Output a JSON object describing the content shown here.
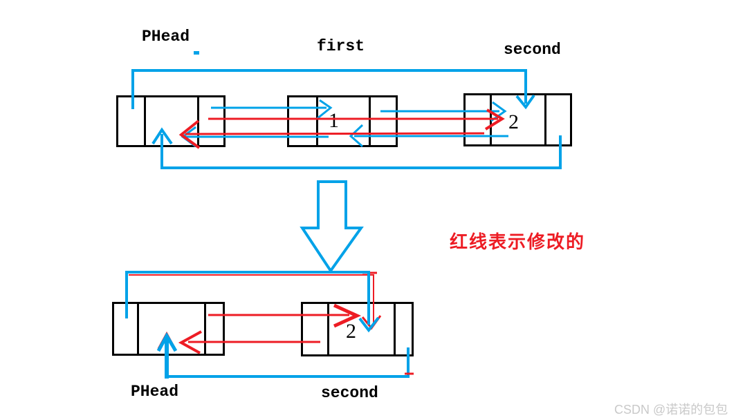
{
  "colors": {
    "blue": "#00A2E8",
    "red": "#ED1C24",
    "box": "#000000",
    "watermark": "#C9C9C9"
  },
  "top_diagram": {
    "phead_label": "PHead",
    "first_label": "first",
    "second_label": "second",
    "first_value": "1",
    "second_value": "2"
  },
  "annotation": {
    "red_note": "红线表示修改的"
  },
  "bottom_diagram": {
    "phead_label": "PHead",
    "second_label": "second",
    "second_value": "2"
  },
  "watermark": "CSDN @诺诺的包包"
}
